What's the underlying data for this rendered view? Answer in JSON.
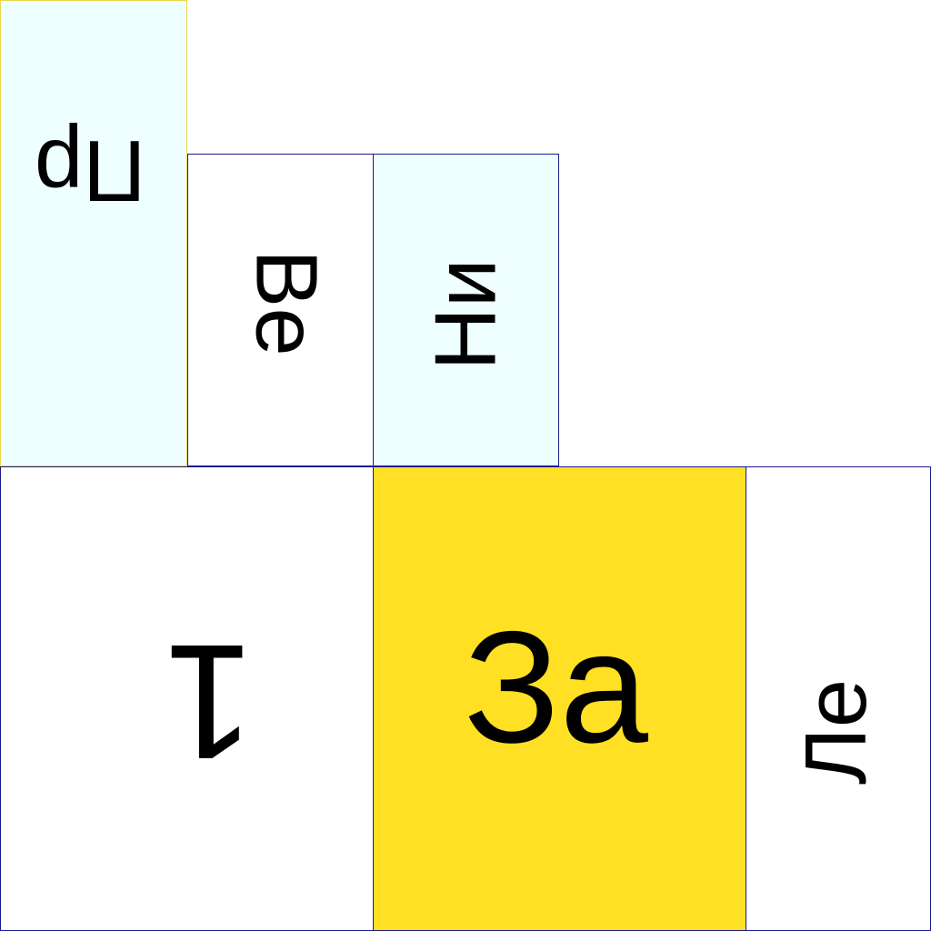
{
  "tiles": {
    "pr": {
      "label": "Пр",
      "bg": "#efffff",
      "border": "#e8d84a"
    },
    "ve": {
      "label": "Ве",
      "bg": "#ffffff",
      "border": "#1a1a8c"
    },
    "ni": {
      "label": "Ни",
      "bg": "#efffff",
      "border": "#1a1a8c"
    },
    "one": {
      "label": "1",
      "bg": "#ffffff",
      "border": "#1a1a8c"
    },
    "za": {
      "label": "За",
      "bg": "#ffe024",
      "border": "#1a1a8c"
    },
    "le": {
      "label": "Ле",
      "bg": "#ffffff",
      "border": "#1a1a8c"
    }
  },
  "colors": {
    "cyan_tile": "#efffff",
    "yellow_tile": "#ffe024",
    "white_tile": "#ffffff",
    "text": "#000000"
  }
}
